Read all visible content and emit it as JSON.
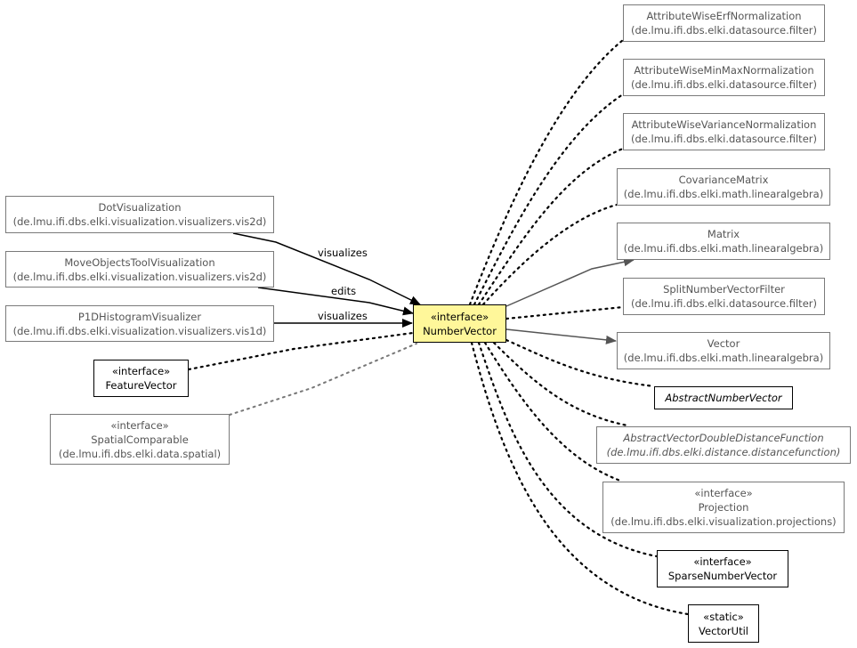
{
  "center": {
    "stereotype": "«interface»",
    "name": "NumberVector"
  },
  "left_nodes": [
    {
      "name": "DotVisualization",
      "package": "(de.lmu.ifi.dbs.elki.visualization.visualizers.vis2d)",
      "edge_label": "visualizes"
    },
    {
      "name": "MoveObjectsToolVisualization",
      "package": "(de.lmu.ifi.dbs.elki.visualization.visualizers.vis2d)",
      "edge_label": "edits"
    },
    {
      "name": "P1DHistogramVisualizer",
      "package": "(de.lmu.ifi.dbs.elki.visualization.visualizers.vis1d)",
      "edge_label": "visualizes"
    },
    {
      "stereotype": "«interface»",
      "name": "FeatureVector"
    },
    {
      "stereotype": "«interface»",
      "name": "SpatialComparable",
      "package": "(de.lmu.ifi.dbs.elki.data.spatial)"
    }
  ],
  "right_nodes": [
    {
      "name": "AttributeWiseErfNormalization",
      "package": "(de.lmu.ifi.dbs.elki.datasource.filter)"
    },
    {
      "name": "AttributeWiseMinMaxNormalization",
      "package": "(de.lmu.ifi.dbs.elki.datasource.filter)"
    },
    {
      "name": "AttributeWiseVarianceNormalization",
      "package": "(de.lmu.ifi.dbs.elki.datasource.filter)"
    },
    {
      "name": "CovarianceMatrix",
      "package": "(de.lmu.ifi.dbs.elki.math.linearalgebra)"
    },
    {
      "name": "Matrix",
      "package": "(de.lmu.ifi.dbs.elki.math.linearalgebra)"
    },
    {
      "name": "SplitNumberVectorFilter",
      "package": "(de.lmu.ifi.dbs.elki.datasource.filter)"
    },
    {
      "name": "Vector",
      "package": "(de.lmu.ifi.dbs.elki.math.linearalgebra)"
    },
    {
      "name": "AbstractNumberVector"
    },
    {
      "name": "AbstractVectorDoubleDistanceFunction",
      "package": "(de.lmu.ifi.dbs.elki.distance.distancefunction)"
    },
    {
      "stereotype": "«interface»",
      "name": "Projection",
      "package": "(de.lmu.ifi.dbs.elki.visualization.projections)"
    },
    {
      "stereotype": "«interface»",
      "name": "SparseNumberVector"
    },
    {
      "stereotype": "«static»",
      "name": "VectorUtil"
    }
  ]
}
